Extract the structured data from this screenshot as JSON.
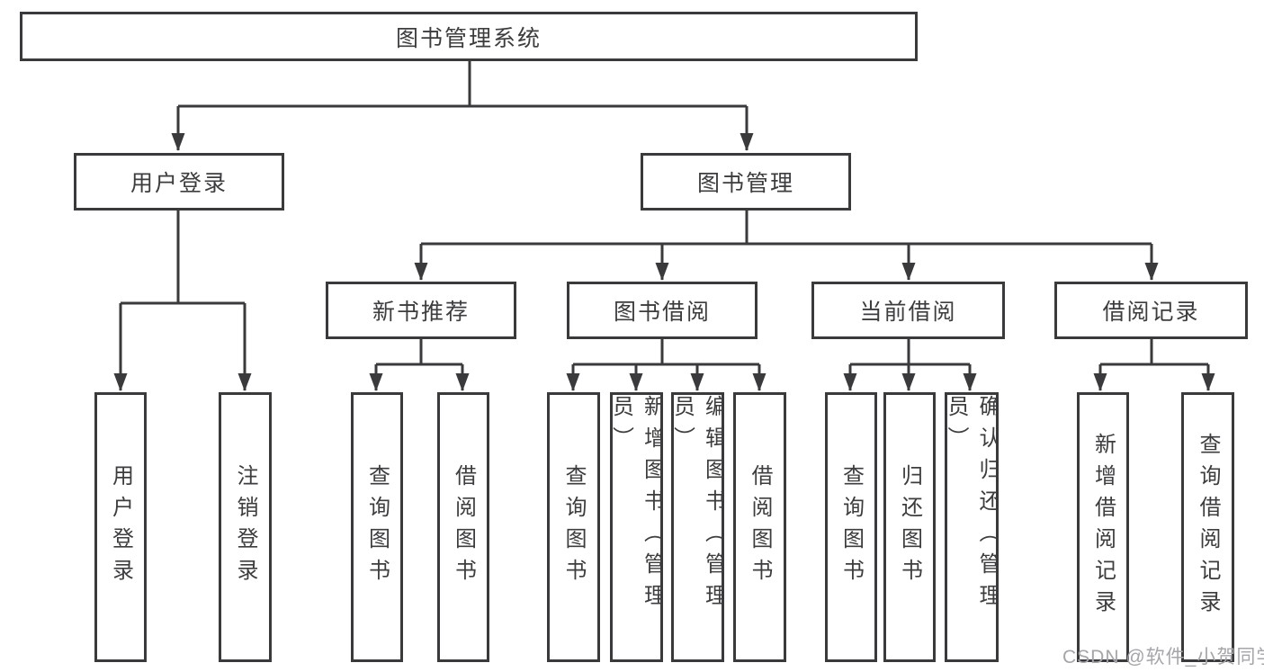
{
  "diagram": {
    "type": "hierarchy-tree",
    "root": {
      "label": "图书管理系统"
    },
    "level2": {
      "user_login": {
        "label": "用户登录"
      },
      "book_management": {
        "label": "图书管理"
      }
    },
    "level3": {
      "new_book_recommend": {
        "label": "新书推荐"
      },
      "book_borrowing": {
        "label": "图书借阅"
      },
      "current_borrowing": {
        "label": "当前借阅"
      },
      "borrowing_records": {
        "label": "借阅记录"
      }
    },
    "leaves": {
      "user_login": {
        "label": "用户登录"
      },
      "logout": {
        "label": "注销登录"
      },
      "newbook_query_books": {
        "label": "查询图书"
      },
      "newbook_borrow_books": {
        "label": "借阅图书"
      },
      "borrowing_query_books": {
        "label": "查询图书"
      },
      "borrowing_add_books_admin": {
        "label": "新增图书（管理员）"
      },
      "borrowing_edit_books_admin": {
        "label": "编辑图书（管理员）"
      },
      "borrowing_borrow_books": {
        "label": "借阅图书"
      },
      "current_query_books": {
        "label": "查询图书"
      },
      "current_return_books": {
        "label": "归还图书"
      },
      "current_confirm_return_admin": {
        "label": "确认归还（管理员）"
      },
      "records_add_record": {
        "label": "新增借阅记录"
      },
      "records_query_record": {
        "label": "查询借阅记录"
      }
    },
    "structure": {
      "图书管理系统": [
        "用户登录",
        "图书管理"
      ],
      "用户登录": [
        "用户登录",
        "注销登录"
      ],
      "图书管理": [
        "新书推荐",
        "图书借阅",
        "当前借阅",
        "借阅记录"
      ],
      "新书推荐": [
        "查询图书",
        "借阅图书"
      ],
      "图书借阅": [
        "查询图书",
        "新增图书（管理员）",
        "编辑图书（管理员）",
        "借阅图书"
      ],
      "当前借阅": [
        "查询图书",
        "归还图书",
        "确认归还（管理员）"
      ],
      "借阅记录": [
        "新增借阅记录",
        "查询借阅记录"
      ]
    },
    "colors": {
      "line": "#3a3a3c",
      "box_border": "#3a3a3c",
      "text": "#3d3d40",
      "background": "#ffffff",
      "watermark": "#a5a5aa"
    }
  },
  "watermark": {
    "text": "CSDN @软件_小贺同学"
  }
}
